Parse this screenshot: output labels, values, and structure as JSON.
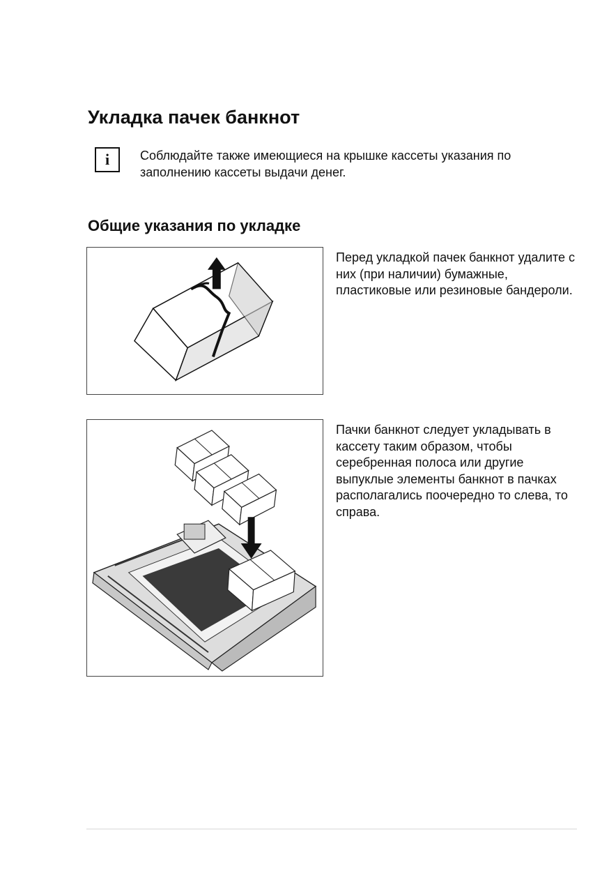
{
  "heading": "Укладка пачек банкнот",
  "info_note": {
    "icon": "info-icon",
    "icon_glyph": "i",
    "text": "Соблюдайте также имеющиеся на крышке кассеты указания по заполнению кассеты выдачи денег."
  },
  "subheading": "Общие указания по укладке",
  "sections": [
    {
      "illustration": "banknote-bundle-band-removal-illustration",
      "text": "Перед укладкой пачек банкнот удалите с них (при наличии) бумажные, пластиковые или резиновые бандероли."
    },
    {
      "illustration": "cassette-loading-illustration",
      "text": "Пачки банкнот следует укладывать в кассету таким образом, чтобы серебренная полоса или другие выпуклые элементы банкнот в пачках располагались поочередно то слева, то справа."
    }
  ]
}
